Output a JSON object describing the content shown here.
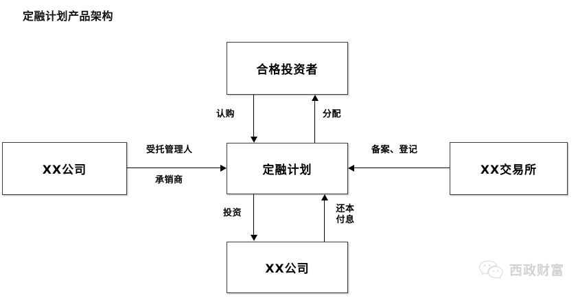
{
  "title": "定融计划产品架构",
  "nodes": {
    "investor": {
      "label": "合格投资者"
    },
    "plan": {
      "label": "定融计划"
    },
    "company_left": {
      "label": "XX公司"
    },
    "exchange": {
      "label": "XX交易所"
    },
    "company_bottom": {
      "label": "XX公司"
    }
  },
  "edges": {
    "subscribe": {
      "label": "认购"
    },
    "distribute": {
      "label": "分配"
    },
    "trustee": {
      "label": "受托管理人"
    },
    "underwriter": {
      "label": "承销商"
    },
    "filing": {
      "label": "备案、登记"
    },
    "invest": {
      "label": "投资"
    },
    "repay": {
      "label": "还本付息"
    }
  },
  "watermark": {
    "text": "西政财富",
    "icon": "wechat-icon",
    "color": "#d2d2d2"
  },
  "colors": {
    "box_border": "#3b3b3b",
    "box_shadow": "#c9c9c9",
    "line": "#000000",
    "text": "#000000",
    "background": "#ffffff"
  }
}
